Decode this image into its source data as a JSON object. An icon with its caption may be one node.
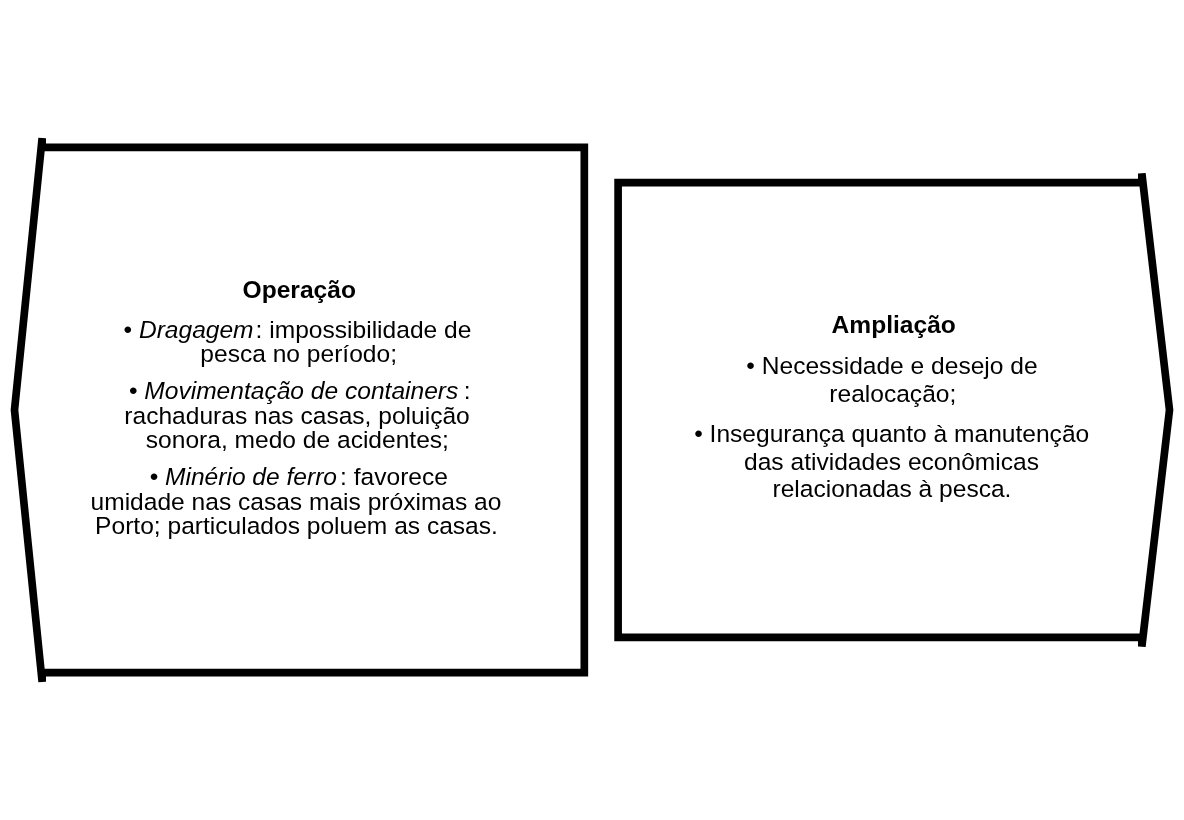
{
  "diagram": {
    "nodes": [
      {
        "text": [
          "Operação",
          "• *Dragagem*: impossibilidade de pesca no período;",
          "• *Movimentação de containers*: rachaduras nas casas, poluição sonora, medo de acidentes;",
          "• *Minério de ferro*: favorece umidade nas casas mais próximas ao Porto; particulados poluem as casas."
        ]
      },
      {
        "text": [
          "Ampliação",
          "• Necessidade e desejo de realocação;",
          "• Insegurança quanto à manutenção das atividades econômicas relacionadas à pesca."
        ]
      }
    ]
  }
}
